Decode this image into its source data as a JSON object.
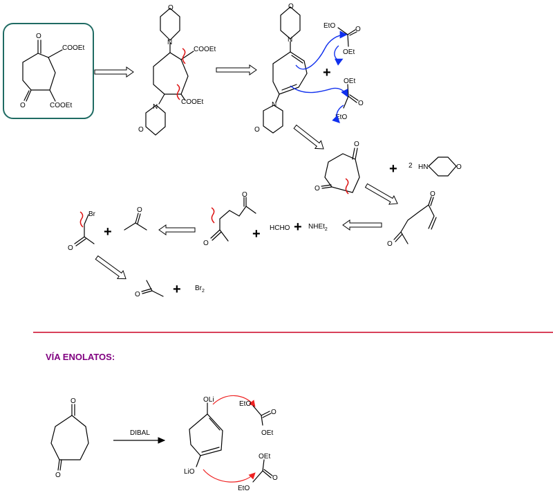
{
  "labels": {
    "cooet": "COOEt",
    "oxygen": "O",
    "nitrogen": "N",
    "nh": "HN",
    "eto": "EtO",
    "oet": "OEt",
    "plus": "+",
    "two": "2",
    "br": "Br",
    "br2": "Br",
    "sub2": "2",
    "hcho": "HCHO",
    "nhet": "NHEt",
    "oli": "OLi",
    "lio": "LiO",
    "dibal": "DIBAL"
  },
  "section_title": "VÍA ENOLATOS:",
  "colors": {
    "frame": "#1f6b63",
    "divider": "#cc0022",
    "title": "#800080",
    "arrow_blue": "#1030ee",
    "cut_red": "#dd1111",
    "arrow_red": "#ee2222"
  }
}
